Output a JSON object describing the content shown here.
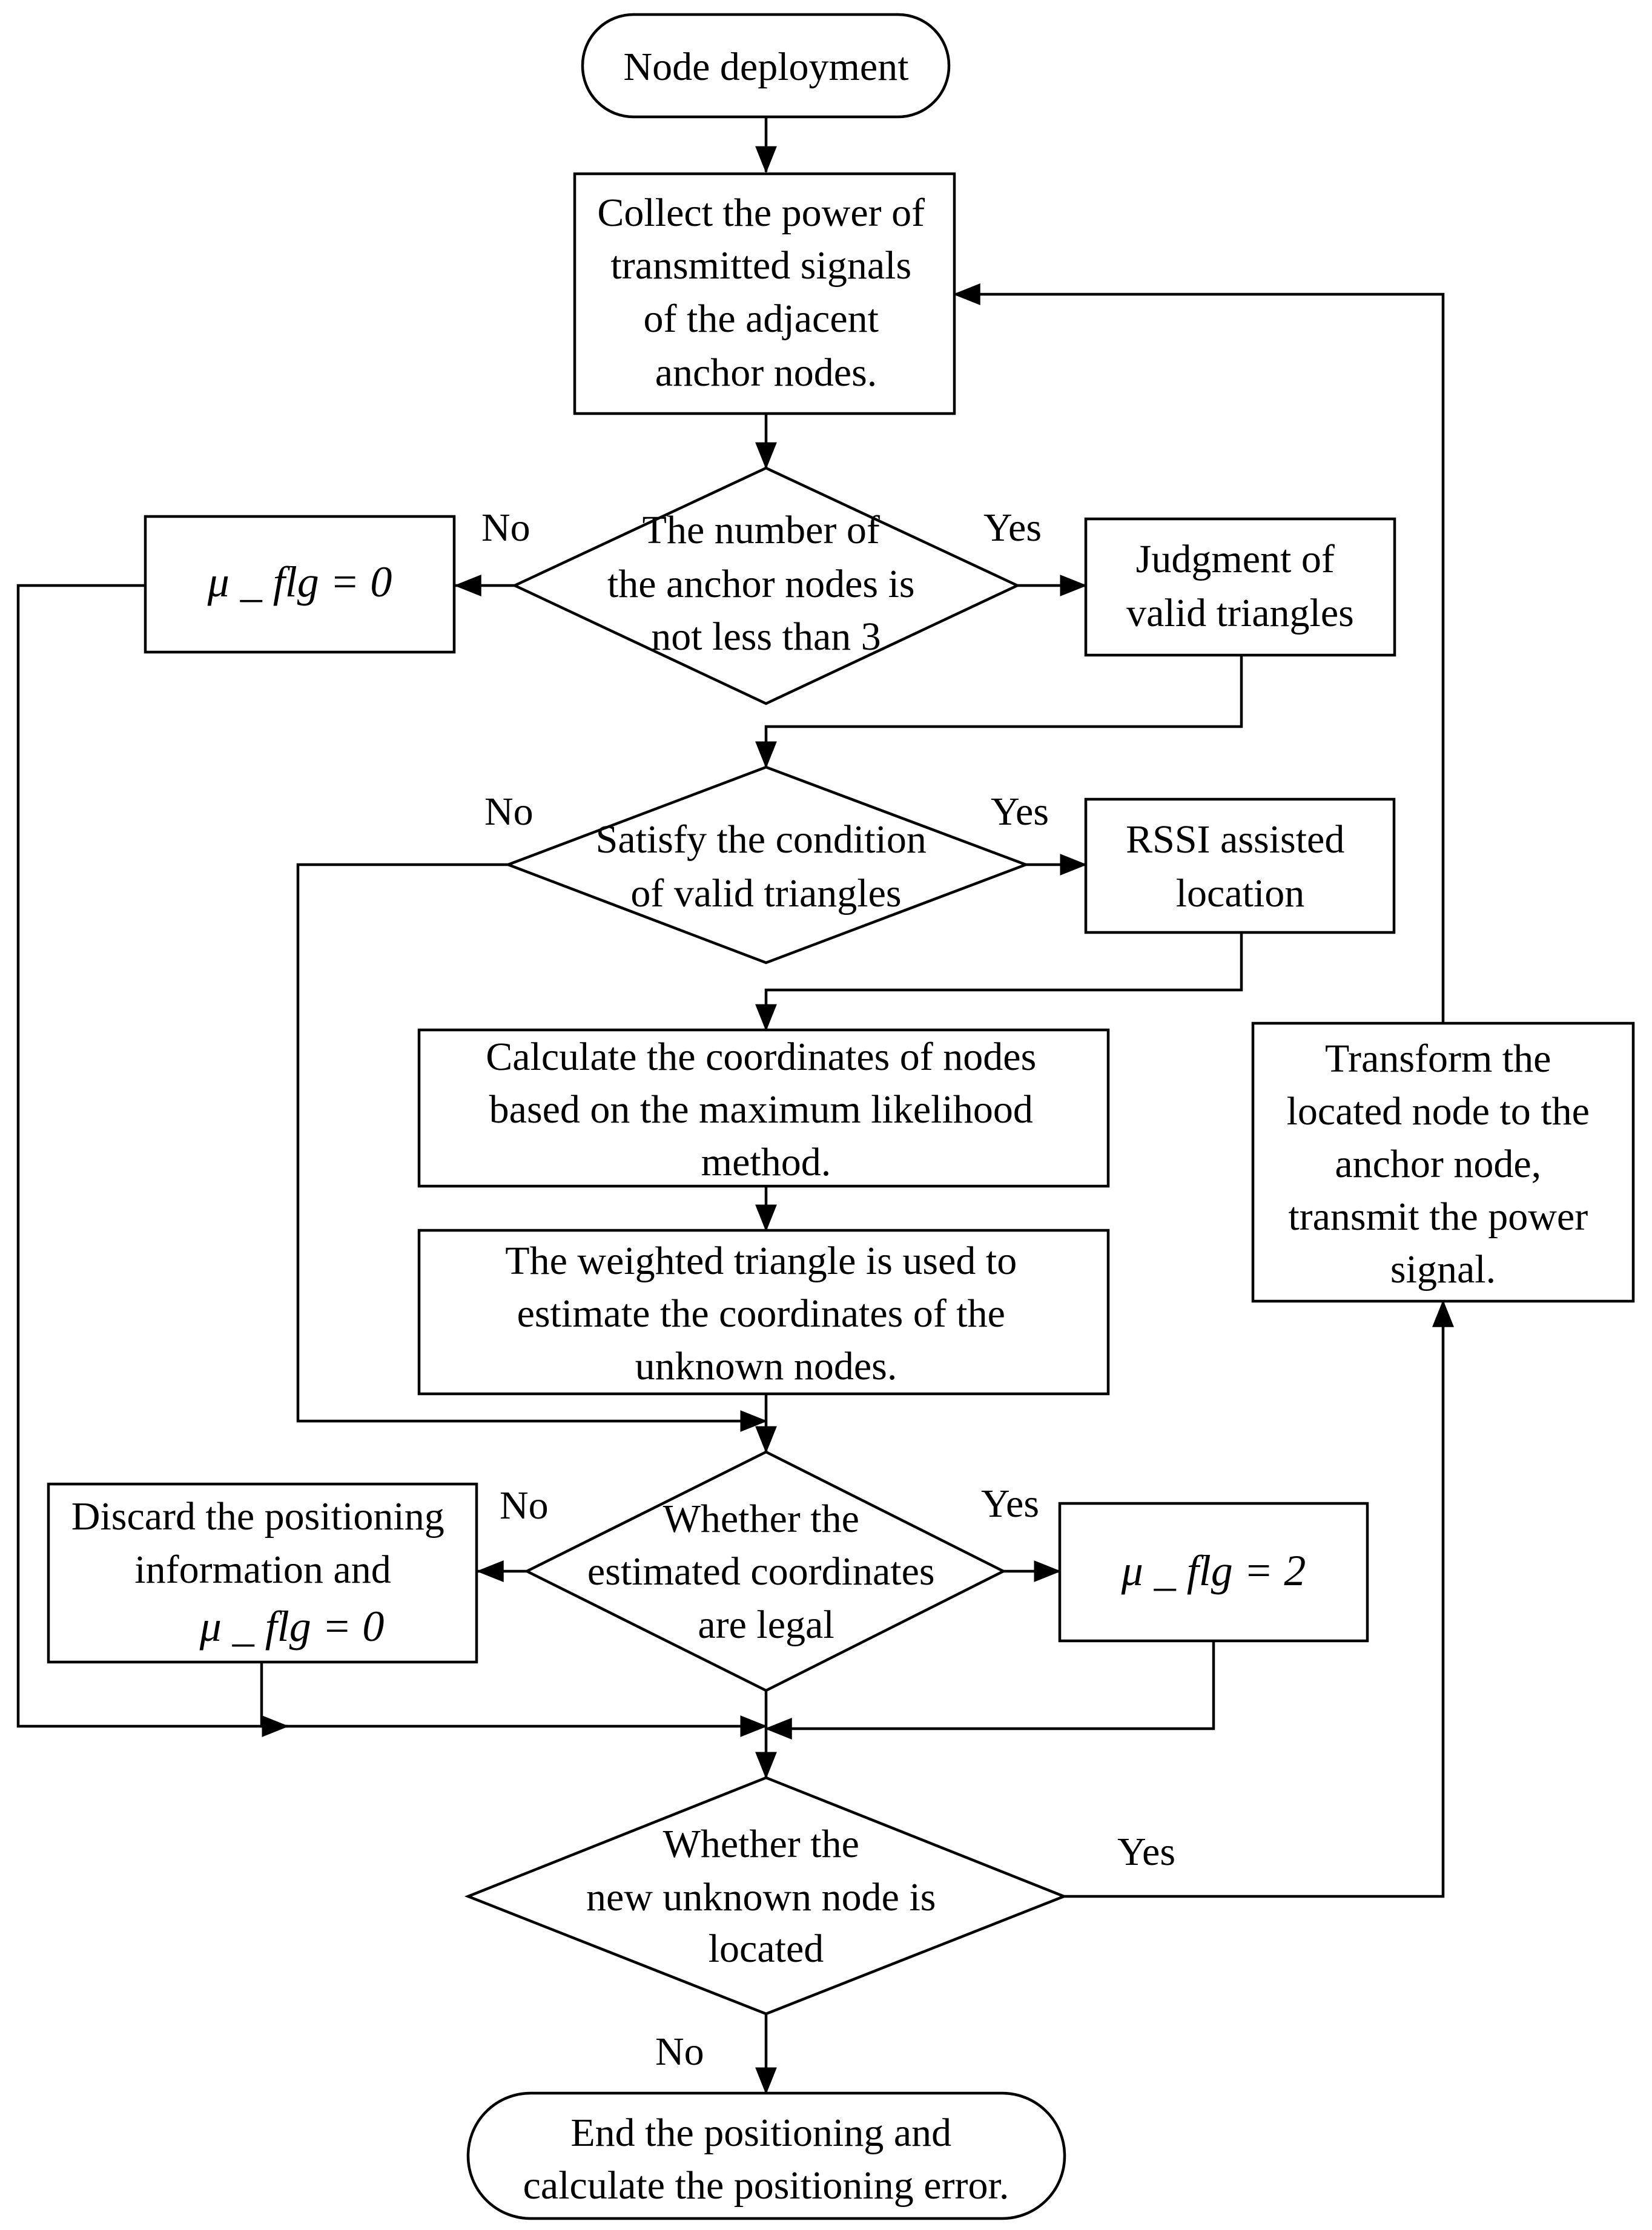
{
  "nodes": {
    "start": {
      "label": "Node deployment"
    },
    "collect": {
      "lines": [
        "Collect the power of",
        "transmitted signals",
        "of the adjacent",
        "anchor nodes."
      ]
    },
    "decision_count": {
      "lines": [
        "The number of",
        "the anchor nodes is",
        "not less than 3"
      ]
    },
    "flag_zero_top": {
      "label": "μ _ flg = 0"
    },
    "judgment": {
      "lines": [
        "Judgment of",
        "valid triangles"
      ]
    },
    "decision_valid": {
      "lines": [
        "Satisfy the condition",
        "of valid triangles"
      ]
    },
    "rssi": {
      "lines": [
        "RSSI assisted",
        "location"
      ]
    },
    "calculate": {
      "lines": [
        "Calculate the coordinates of nodes",
        "based on the maximum likelihood",
        "method."
      ]
    },
    "weighted": {
      "lines": [
        "The weighted triangle is used to",
        "estimate the coordinates of the",
        "unknown nodes."
      ]
    },
    "decision_legal": {
      "lines": [
        "Whether the",
        "estimated coordinates",
        "are legal"
      ]
    },
    "discard": {
      "lines": [
        "Discard the positioning",
        "information and"
      ],
      "formula": "μ _ flg = 0"
    },
    "flag_two": {
      "label": "μ _ flg = 2"
    },
    "decision_new": {
      "lines": [
        "Whether the",
        "new unknown node is",
        "located"
      ]
    },
    "transform": {
      "lines": [
        "Transform the",
        "located node to the",
        "anchor node,",
        "transmit the power",
        "signal."
      ]
    },
    "end": {
      "lines": [
        "End the positioning and",
        "calculate the positioning error."
      ]
    }
  },
  "edge_labels": {
    "count_no": "No",
    "count_yes": "Yes",
    "valid_no": "No",
    "valid_yes": "Yes",
    "legal_no": "No",
    "legal_yes": "Yes",
    "new_yes": "Yes",
    "new_no": "No"
  }
}
